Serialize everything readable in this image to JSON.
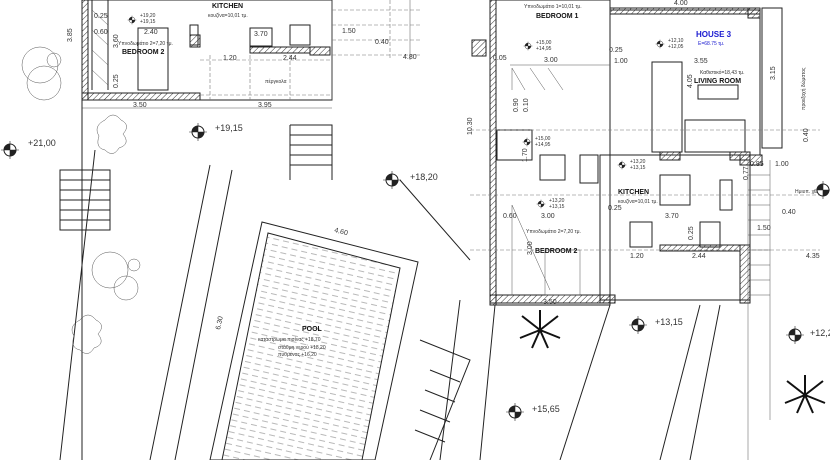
{
  "title": "Floor plan - House 3",
  "left_unit": {
    "kitchen": {
      "label": "KITCHEN",
      "area": "κουζίνα=10,01 τμ."
    },
    "bedroom2": {
      "label": "BEDROOM 2",
      "area": "Υπνοδωμάτιο 2=7,20 τμ."
    },
    "pergola": "πέργκολα",
    "level": [
      "+19,20",
      "+19,15"
    ],
    "dims": [
      "0.25",
      "0.60",
      "2.40",
      "3.85",
      "3.60",
      "0.25",
      "3.70",
      "1.20",
      "2.44",
      "3.50",
      "3.95",
      "4.80",
      "0.40",
      "1.50"
    ]
  },
  "right_unit": {
    "house": {
      "label": "HOUSE 3",
      "area": "E=68.75 τμ."
    },
    "bedroom1": {
      "label": "BEDROOM 1",
      "area": "Υπνοδωμάτιο 1=10,01 τμ."
    },
    "living": {
      "label": "LIVING ROOM",
      "area": "Καθιστικό=18,43 τμ."
    },
    "kitchen": {
      "label": "KITCHEN",
      "area": "κουζίνα=10,01 τμ."
    },
    "bedroom2": {
      "label": "BEDROOM 2",
      "area": "Υπνοδωμάτιο 2=7,20 τμ."
    },
    "terrace": "Ημιυπ. χώρ",
    "side_label": "προεξοχή δώματος",
    "levels": {
      "bed1": [
        "+15,00",
        "+14,95"
      ],
      "living": [
        "+12,10",
        "+12,05"
      ],
      "bath": [
        "+15,00",
        "+14,95"
      ],
      "kitchen": [
        "+13,20",
        "+13,15"
      ],
      "bed2": [
        "+13,20",
        "+13,15"
      ]
    },
    "dims": [
      "3.00",
      "0.05",
      "1.00",
      "3.55",
      "4.05",
      "3.15",
      "10.30",
      "0.90",
      "0.10",
      "1.70",
      "0.60",
      "3.00",
      "3.00",
      "0.25",
      "3.70",
      "0.25",
      "1.20",
      "2.44",
      "3.50",
      "4.35",
      "0.40",
      "1.50",
      "0.77",
      "0.85",
      "1.00",
      "0.40",
      "4.00",
      "0.25"
    ]
  },
  "pool": {
    "label": "POOL",
    "notes": [
      "κατάστρωμα πισίνας +18,70",
      "στάθμη νερού +18,20",
      "πυθμένας +16,20"
    ],
    "dims": [
      "4.60",
      "6.30"
    ]
  },
  "levels": [
    "+21,00",
    "+19,15",
    "+18,20",
    "+15,65",
    "+13,15",
    "+12,2"
  ]
}
